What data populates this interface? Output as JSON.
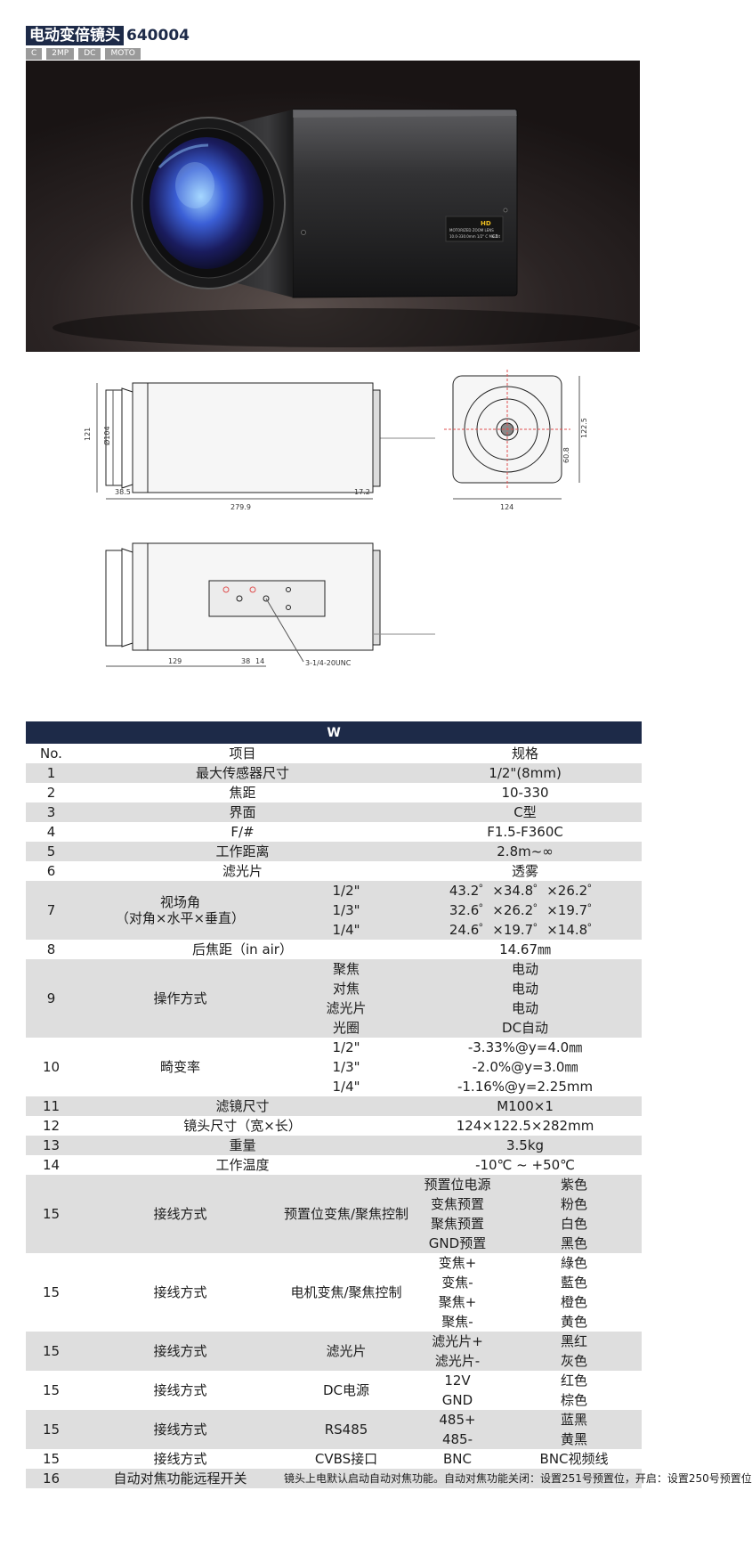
{
  "header": {
    "title": "电动变倍镜头",
    "code": "640004",
    "tags": [
      "C",
      "2MP",
      "DC",
      "MOTO"
    ]
  },
  "photo": {
    "label_brand": "HD",
    "label_line1": "MOTORIZED ZOOM LENS",
    "label_line2": "10.0-330.0mm  1/2\"  C Mount",
    "label_ce": "CE"
  },
  "drawing": {
    "side_top": {
      "h_total": "121",
      "h_diam": "Ø104",
      "w_front": "38.5",
      "w_total": "279.9",
      "w_rear": "17.2"
    },
    "front": {
      "height": "122.5",
      "center": "60.8",
      "width": "124"
    },
    "side_bottom": {
      "d1": "129",
      "d2": "38",
      "d3": "14",
      "screw": "3-1/4-20UNC"
    }
  },
  "spec": {
    "head": "W",
    "col_no": "No.",
    "col_item": "项目",
    "col_spec": "规格",
    "r1": {
      "no": "1",
      "item": "最大传感器尺寸",
      "val": "1/2\"(8mm)"
    },
    "r2": {
      "no": "2",
      "item": "焦距",
      "val": "10-330"
    },
    "r3": {
      "no": "3",
      "item": "界面",
      "val": "C型"
    },
    "r4": {
      "no": "4",
      "item": "F/#",
      "val": "F1.5-F360C"
    },
    "r5": {
      "no": "5",
      "item": "工作距离",
      "val": "2.8m~∞"
    },
    "r6": {
      "no": "6",
      "item": "滤光片",
      "val": "透雾"
    },
    "r7": {
      "no": "7",
      "item1": "视场角",
      "item2": "（对角×水平×垂直）",
      "s1": "1/2\"",
      "v1": "43.2゜×34.8゜×26.2゜",
      "s2": "1/3\"",
      "v2": "32.6゜×26.2゜×19.7゜",
      "s3": "1/4\"",
      "v3": "24.6゜×19.7゜×14.8゜"
    },
    "r8": {
      "no": "8",
      "item": "后焦距（in air）",
      "val": "14.67㎜"
    },
    "r9": {
      "no": "9",
      "item": "操作方式",
      "s1": "聚焦",
      "v1": "电动",
      "s2": "对焦",
      "v2": "电动",
      "s3": "滤光片",
      "v3": "电动",
      "s4": "光圈",
      "v4": "DC自动"
    },
    "r10": {
      "no": "10",
      "item": "畸变率",
      "s1": "1/2\"",
      "v1": "-3.33%@y=4.0㎜",
      "s2": "1/3\"",
      "v2": "-2.0%@y=3.0㎜",
      "s3": "1/4\"",
      "v3": "-1.16%@y=2.25mm"
    },
    "r11": {
      "no": "11",
      "item": "滤镜尺寸",
      "val": "M100×1"
    },
    "r12": {
      "no": "12",
      "item": "镜头尺寸（宽×长）",
      "val": "124×122.5×282mm"
    },
    "r13": {
      "no": "13",
      "item": "重量",
      "val": "3.5kg"
    },
    "r14": {
      "no": "14",
      "item": "工作温度",
      "val": "-10℃ ~ +50℃"
    },
    "w1": {
      "no": "15",
      "item": "接线方式",
      "sub": "预置位变焦/聚焦控制",
      "rows": [
        [
          "预置位电源",
          "紫色"
        ],
        [
          "变焦预置",
          "粉色"
        ],
        [
          "聚焦预置",
          "白色"
        ],
        [
          "GND预置",
          "黑色"
        ]
      ]
    },
    "w2": {
      "no": "15",
      "item": "接线方式",
      "sub": "电机变焦/聚焦控制",
      "rows": [
        [
          "变焦+",
          "綠色"
        ],
        [
          "变焦-",
          "藍色"
        ],
        [
          "聚焦+",
          "橙色"
        ],
        [
          "聚焦-",
          "黄色"
        ]
      ]
    },
    "w3": {
      "no": "15",
      "item": "接线方式",
      "sub": "滤光片",
      "rows": [
        [
          "滤光片+",
          "黑红"
        ],
        [
          "滤光片-",
          "灰色"
        ]
      ]
    },
    "w4": {
      "no": "15",
      "item": "接线方式",
      "sub": "DC电源",
      "rows": [
        [
          "12V",
          "红色"
        ],
        [
          "GND",
          "棕色"
        ]
      ]
    },
    "w5": {
      "no": "15",
      "item": "接线方式",
      "sub": "RS485",
      "rows": [
        [
          "485+",
          "蓝黑"
        ],
        [
          "485-",
          "黄黑"
        ]
      ]
    },
    "w6": {
      "no": "15",
      "item": "接线方式",
      "sub": "CVBS接口",
      "sig": "BNC",
      "val": "BNC视频线"
    },
    "r16": {
      "no": "16",
      "item": "自动对焦功能远程开关",
      "val": "镜头上电默认启动自动对焦功能。自动对焦功能关闭：设置251号预置位，开启：设置250号预置位"
    }
  },
  "colors": {
    "navy": "#1d2a48",
    "gray_row": "#dedede",
    "tag_gray": "#9a9a9a"
  }
}
